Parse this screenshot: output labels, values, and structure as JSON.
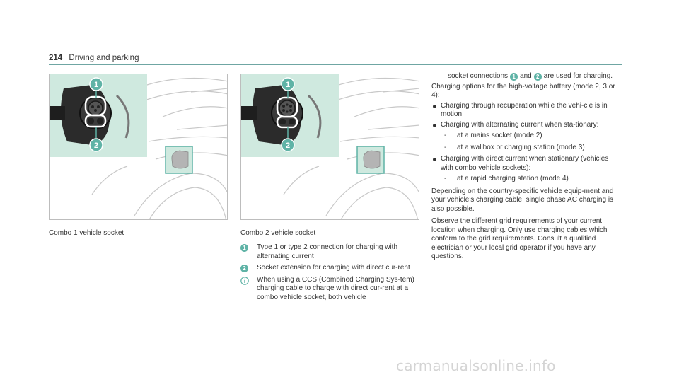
{
  "header": {
    "page_number": "214",
    "section": "Driving and parking"
  },
  "figures": [
    {
      "caption": "Combo 1 vehicle socket",
      "callouts": [
        "1",
        "2"
      ]
    },
    {
      "caption": "Combo 2 vehicle socket",
      "callouts": [
        "1",
        "2"
      ]
    }
  ],
  "legend": [
    {
      "badge": "1",
      "text": "Type 1 or type 2 connection for charging with alternating current"
    },
    {
      "badge": "2",
      "text": "Socket extension for charging with direct cur-rent"
    }
  ],
  "info_note": {
    "icon": "info-icon",
    "text": "When using a CCS (Combined Charging Sys-tem) charging cable to charge with direct cur-rent at a combo vehicle socket, both vehicle"
  },
  "right_column": {
    "continuation_a": "socket connections",
    "continuation_badge1": "1",
    "continuation_and": "and",
    "continuation_badge2": "2",
    "continuation_b": "are used for charging.",
    "options_heading": "Charging options for the high-voltage battery (mode 2, 3 or 4):",
    "bullets": [
      "Charging through recuperation while the vehi-cle is in motion",
      "Charging with alternating current when sta-tionary:"
    ],
    "sub_items_ac": [
      "at a mains socket (mode 2)",
      "at a wallbox or charging station (mode 3)"
    ],
    "bullet_dc": "Charging with direct current when stationary (vehicles with combo vehicle sockets):",
    "sub_items_dc": [
      "at a rapid charging station (mode 4)"
    ],
    "paragraph1": "Depending on the country-specific vehicle equip-ment and your vehicle's charging cable, single phase AC charging is also possible.",
    "paragraph2": "Observe the different grid requirements of your current location when charging. Only use charging cables which conform to the grid requirements. Consult a qualified electrician or your local grid operator if you have any questions."
  },
  "watermark": "carmanualsonline.info",
  "colors": {
    "accent": "#5fb3a6",
    "highlight_box": "#cfe9df",
    "rule": "#6fa6a3"
  }
}
